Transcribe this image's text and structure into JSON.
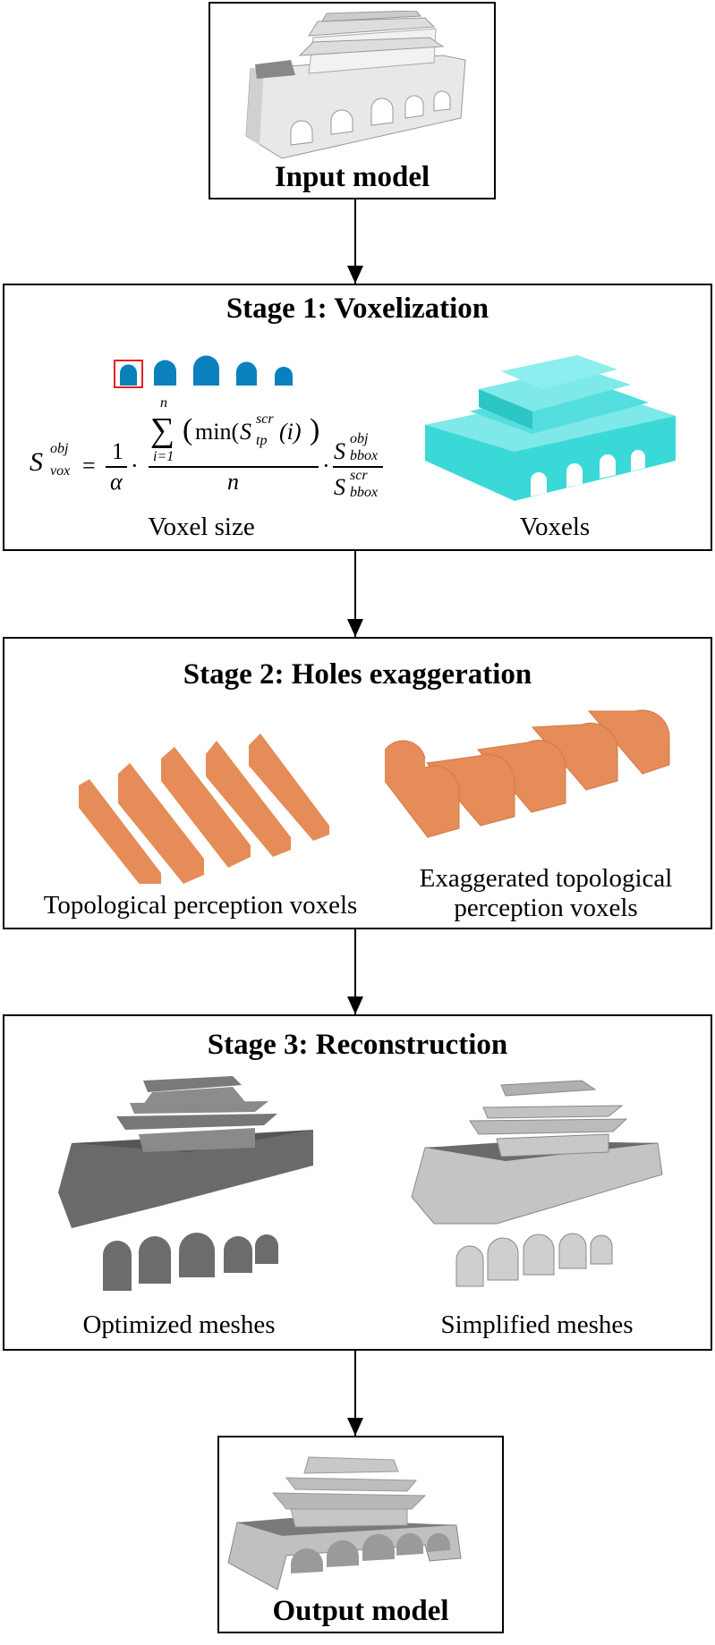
{
  "input": {
    "label": "Input model"
  },
  "stage1": {
    "title": "Stage 1: Voxelization",
    "formula": {
      "lhs_base": "S",
      "lhs_sup": "obj",
      "lhs_sub": "vox",
      "equals": "=",
      "one": "1",
      "alpha": "α",
      "dot": "·",
      "sum_top": "n",
      "sum_symbol": "∑",
      "sum_bottom": "i=1",
      "min_text": "min(",
      "s": "S",
      "s_sup": "scr",
      "s_sub": "tp",
      "arg": "(i)",
      "paren_open": "(",
      "paren_close": ")",
      "denominator": "n",
      "bbox_obj_sup": "obj",
      "bbox_sub": "bbox",
      "bbox_scr_sup": "scr"
    },
    "left_label": "Voxel size",
    "right_label": "Voxels",
    "colors": {
      "arch": "#0a80bd",
      "highlight": "#e82020",
      "voxels": "#3bd8d8"
    }
  },
  "stage2": {
    "title": "Stage 2: Holes exaggeration",
    "left_label": "Topological perception voxels",
    "right_label_line1": "Exaggerated topological",
    "right_label_line2": "perception voxels",
    "colors": {
      "voxels": "#e58c58"
    }
  },
  "stage3": {
    "title": "Stage 3: Reconstruction",
    "left_label": "Optimized meshes",
    "right_label": "Simplified meshes"
  },
  "output": {
    "label": "Output model"
  }
}
